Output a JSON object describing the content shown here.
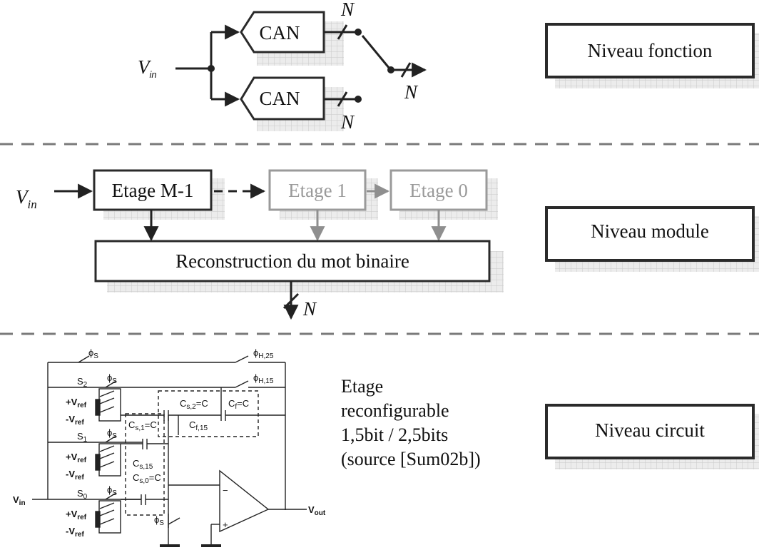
{
  "levels": {
    "function": "Niveau fonction",
    "module": "Niveau module",
    "circuit": "Niveau circuit"
  },
  "function_level": {
    "input": "V",
    "input_sub": "in",
    "block_top": "CAN",
    "block_bottom": "CAN",
    "bits_top": "N",
    "bits_bottom": "N",
    "bits_out": "N"
  },
  "module_level": {
    "input": "V",
    "input_sub": "in",
    "stage_first": "Etage M-1",
    "stage_1": "Etage 1",
    "stage_0": "Etage 0",
    "reconstruction": "Reconstruction du mot binaire",
    "bits_out": "N"
  },
  "circuit_level": {
    "description_lines": [
      "Etage",
      "reconfigurable",
      "1,5bit / 2,5bits",
      "(source [Sum02b])"
    ],
    "labels": {
      "phi": "ϕ",
      "phi_s": "S",
      "phi_h25": "H,25",
      "phi_h15": "H,15",
      "s2": "S",
      "s2_sub": "2",
      "s1": "S",
      "s1_sub": "1",
      "s0": "S",
      "s0_sub": "0",
      "vref_pos": "+V",
      "vref_neg": "-V",
      "vref_sub": "ref",
      "cs2": "C",
      "cs2_sub": "s,2",
      "cs2_val": "=C",
      "cf": "C",
      "cf_sub": "f",
      "cf_val": "=C",
      "cf15": "C",
      "cf15_sub": "f,15",
      "cs1": "C",
      "cs1_sub": "s,1",
      "cs1_val": "=C",
      "cs15": "C",
      "cs15_sub": "s,15",
      "cs0": "C",
      "cs0_sub": "s,0",
      "cs0_val": "=C",
      "vin": "V",
      "vin_sub": "in",
      "vout": "V",
      "vout_sub": "out",
      "minus": "−",
      "plus": "+"
    }
  }
}
